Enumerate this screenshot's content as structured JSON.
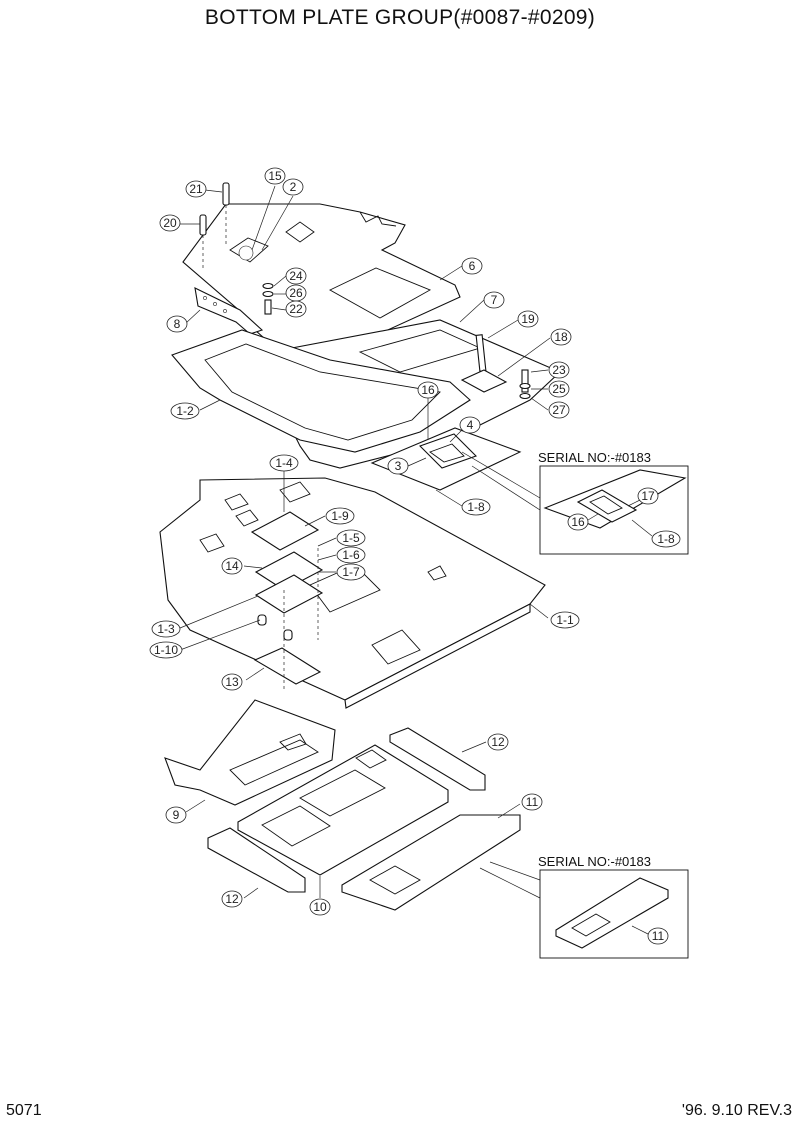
{
  "title": "BOTTOM PLATE GROUP(#0087-#0209)",
  "page_number": "5071",
  "revision": "'96. 9.10  REV.3",
  "insets": {
    "inset_upper": {
      "serial_label": "SERIAL NO:-#0183"
    },
    "inset_lower": {
      "serial_label": "SERIAL NO:-#0183"
    }
  },
  "callouts": {
    "c21": "21",
    "c15": "15",
    "c2": "2",
    "c20": "20",
    "c24": "24",
    "c26": "26",
    "c22": "22",
    "c6": "6",
    "c8": "8",
    "c7": "7",
    "c19": "19",
    "c18": "18",
    "c23": "23",
    "c25": "25",
    "c27": "27",
    "c1_2": "1-2",
    "c16": "16",
    "c4": "4",
    "c3": "3",
    "c1_8": "1-8",
    "c1_4": "1-4",
    "c1_9": "1-9",
    "c1_5": "1-5",
    "c1_6": "1-6",
    "c14": "14",
    "c1_7": "1-7",
    "c1_3": "1-3",
    "c1_10": "1-10",
    "c1_1": "1-1",
    "c13": "13",
    "c9": "9",
    "c12a": "12",
    "c11a": "11",
    "c10": "10",
    "c12b": "12",
    "i1_17": "17",
    "i1_16": "16",
    "i1_1_8": "1-8",
    "i2_11": "11"
  }
}
